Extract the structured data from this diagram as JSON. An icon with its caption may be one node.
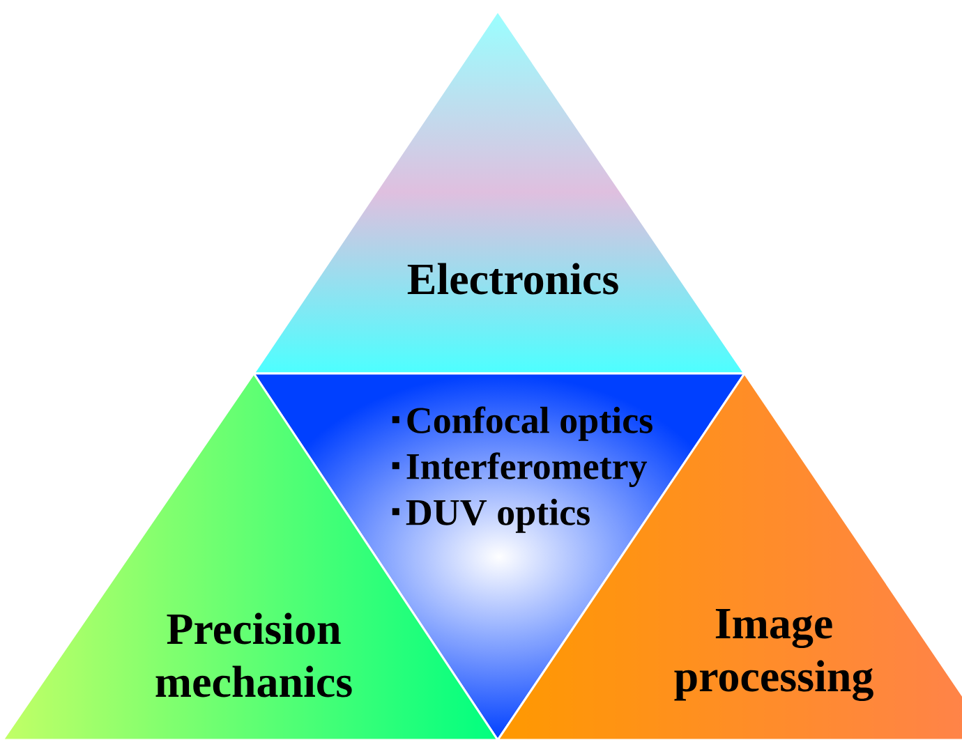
{
  "diagram": {
    "nodes": [
      {
        "text": [
          "Electronics"
        ]
      },
      {
        "text": [
          "Confocal optics",
          "Interferometry",
          "DUV optics"
        ]
      },
      {
        "text": [
          "Precision mechanics"
        ]
      },
      {
        "text": [
          "Image processing"
        ]
      }
    ]
  }
}
